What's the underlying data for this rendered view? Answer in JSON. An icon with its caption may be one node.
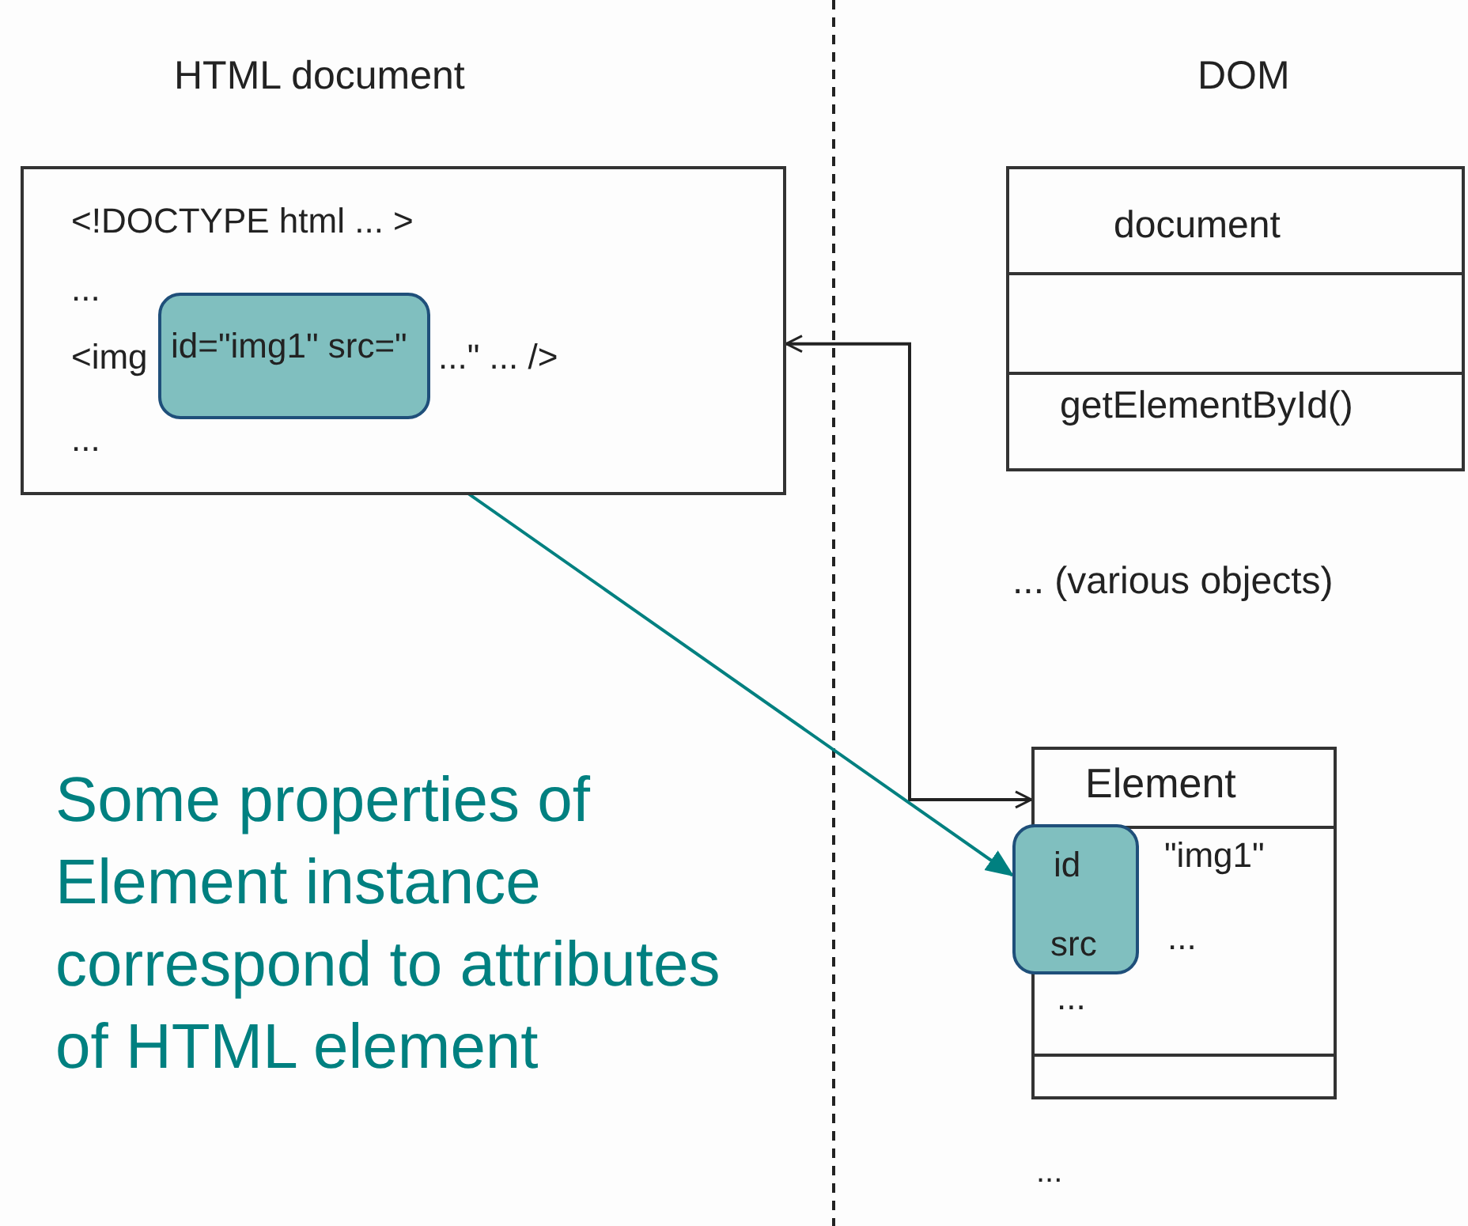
{
  "diagram": {
    "nodes": [
      {
        "text": [
          "<!DOCTYPE html ... >",
          "...",
          "<img",
          "...\" ... />",
          "..."
        ]
      },
      {
        "text": [
          "id=\"img1\" src=\""
        ],
        "in": 0
      },
      {
        "text": [
          "document",
          "getElementById()"
        ]
      },
      {
        "text": [
          "Element",
          "\"img1\"",
          "...",
          "..."
        ]
      },
      {
        "text": [
          "id",
          "src"
        ]
      }
    ],
    "edges": [
      {
        "from": 3,
        "to": 0,
        "arrow": "both"
      },
      {
        "from": 1,
        "to": 4,
        "arrow": "both",
        "color": "#008080"
      }
    ],
    "labels": [
      "HTML document",
      "DOM",
      "... (various objects)",
      "Some properties of Element instance correspond to attributes of HTML element",
      "..."
    ]
  }
}
